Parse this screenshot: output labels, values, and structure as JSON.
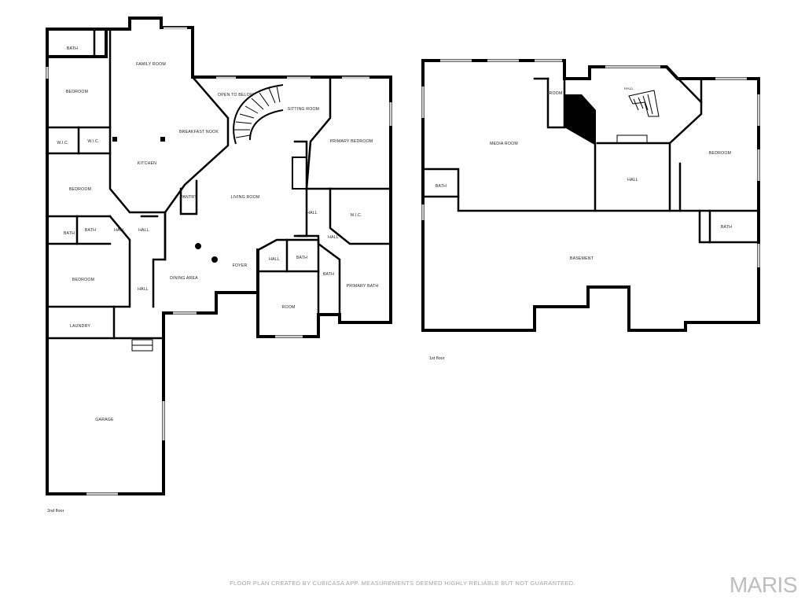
{
  "floor_2": {
    "caption": "2nd floor",
    "rooms": {
      "bath_top": "BATH",
      "family_room": "FAMILY ROOM",
      "bedroom_1": "BEDROOM",
      "wic_1": "W.I.C.",
      "wic_2": "W.I.C.",
      "kitchen": "KITCHEN",
      "breakfast_nook": "BREAKFAST NOOK",
      "open_to_below": "OPEN TO BELOW",
      "sitting_room": "SITTING ROOM",
      "primary_bedroom": "PRIMARY BEDROOM",
      "bedroom_2": "BEDROOM",
      "pantry": "PANTRY",
      "living_room": "LIVING ROOM",
      "bath_2": "BATH",
      "bath_3": "BATH",
      "hall_1": "HALL",
      "hall_2": "HALL",
      "hall_3": "HALL",
      "wic_3": "W.I.C.",
      "hall_4": "HALL",
      "hall_5": "HALL",
      "bath_4": "BATH",
      "foyer": "FOYER",
      "bedroom_3": "BEDROOM",
      "dining_area": "DINING AREA",
      "bath_5": "BATH",
      "primary_bath": "PRIMARY BATH",
      "hall_6": "HALL",
      "room": "ROOM",
      "laundry": "LAUNDRY",
      "garage": "GARAGE"
    }
  },
  "floor_1": {
    "caption": "1st floor",
    "rooms": {
      "room": "ROOM",
      "hall_stairs": "HALL",
      "media_room": "MEDIA ROOM",
      "bedroom": "BEDROOM",
      "bath_1": "BATH",
      "hall": "HALL",
      "bath_2": "BATH",
      "basement": "BASEMENT"
    }
  },
  "footer": {
    "disclaimer": "FLOOR PLAN CREATED BY CUBICASA APP. MEASUREMENTS DEEMED HIGHLY RELIABLE BUT NOT GUARANTEED.",
    "brand": "MARIS"
  }
}
